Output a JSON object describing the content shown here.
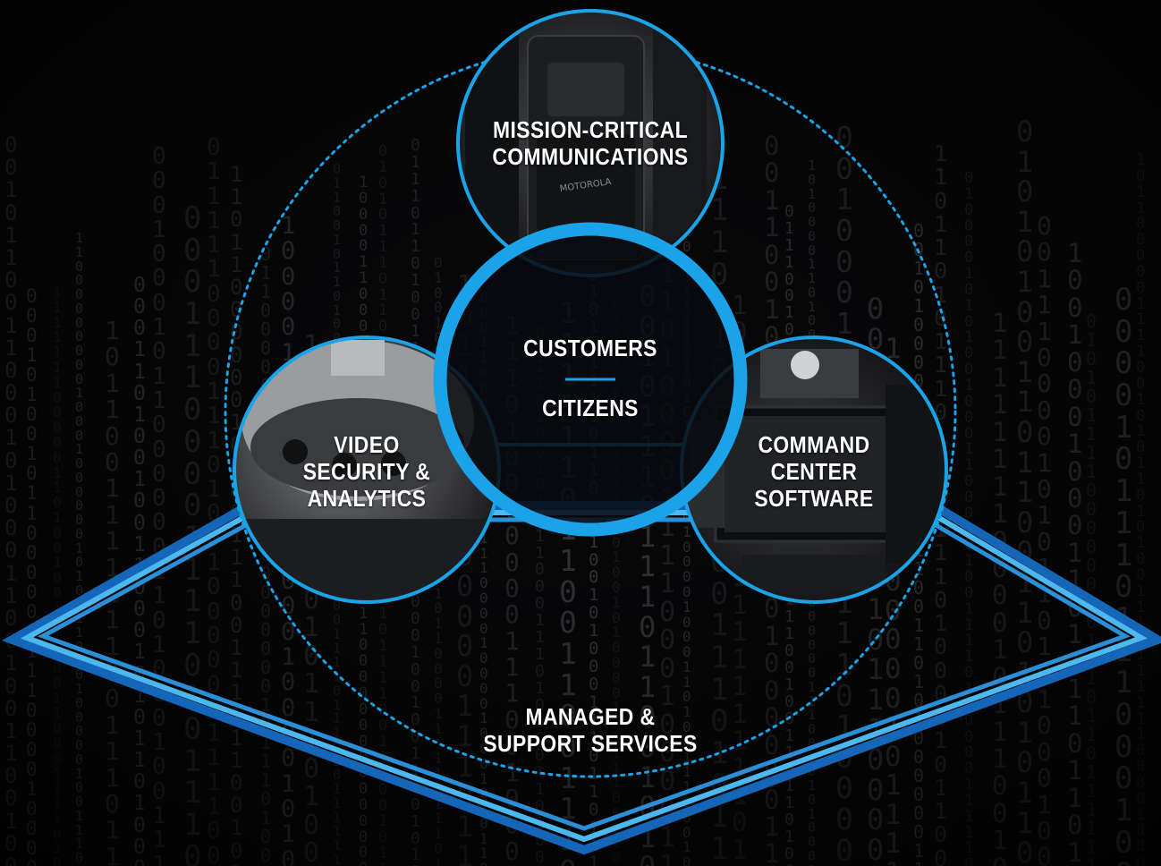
{
  "diagram": {
    "center": {
      "top_label": "CUSTOMERS",
      "bottom_label": "CITIZENS"
    },
    "nodes": [
      {
        "id": "mission-critical",
        "lines": [
          "MISSION-CRITICAL",
          "COMMUNICATIONS"
        ]
      },
      {
        "id": "video-security",
        "lines": [
          "VIDEO",
          "SECURITY &",
          "ANALYTICS"
        ]
      },
      {
        "id": "command-center",
        "lines": [
          "COMMAND",
          "CENTER",
          "SOFTWARE"
        ]
      }
    ],
    "foundation": {
      "lines": [
        "MANAGED &",
        "SUPPORT SERVICES"
      ]
    }
  },
  "colors": {
    "accent": "#1aa3e8",
    "accent_dark": "#1565b8",
    "accent_light": "#4db8f0",
    "background": "#0a0a0c"
  }
}
